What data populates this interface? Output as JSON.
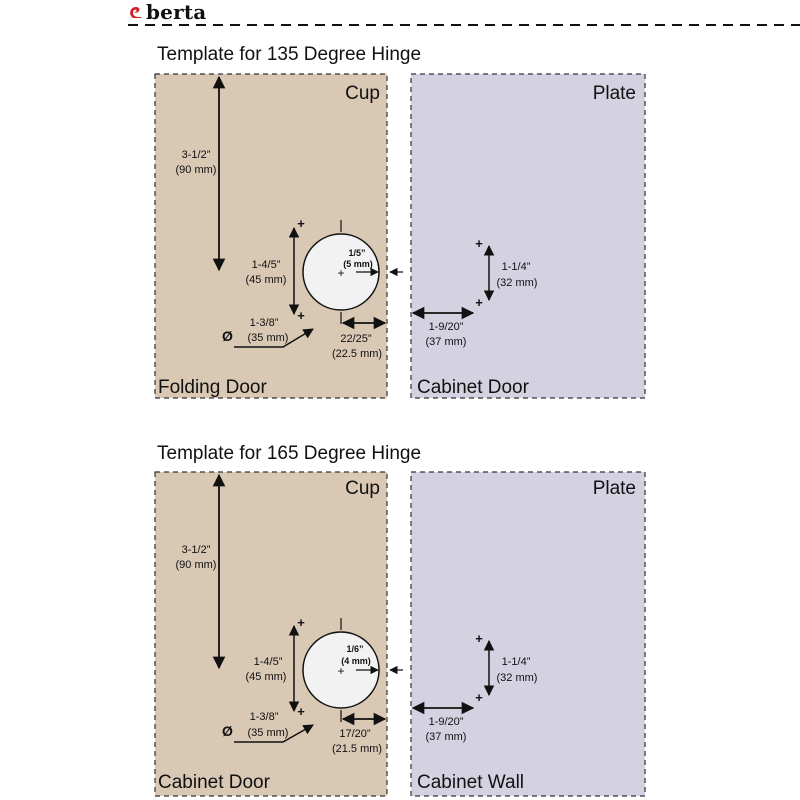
{
  "brand": {
    "name": "berta",
    "color": "#d21f26"
  },
  "colors": {
    "cup_panel": "#d9c8b4",
    "plate_panel": "#d4d1e0",
    "circle": "#f2f2f2",
    "line": "#111111"
  },
  "templates": [
    {
      "title": "Template for 135 Degree Hinge",
      "cup_label": "Cup",
      "plate_label": "Plate",
      "cup_panel_label": "Folding Door",
      "plate_panel_label": "Cabinet Door",
      "top_offset": [
        "3-1/2”",
        "(90 mm)"
      ],
      "hole_spacing": [
        "1-4/5”",
        "(45 mm)"
      ],
      "cup_diameter_symbol": "Ø",
      "cup_diameter": [
        "1-3/8”",
        "(35 mm)"
      ],
      "edge_gap": [
        "1/5”",
        "(5 mm)"
      ],
      "edge_distance": [
        "22/25”",
        "(22.5 mm)"
      ],
      "plate_spacing": [
        "1-1/4”",
        "(32 mm)"
      ],
      "plate_setback": [
        "1-9/20”",
        "(37 mm)"
      ]
    },
    {
      "title": "Template for 165 Degree Hinge",
      "cup_label": "Cup",
      "plate_label": "Plate",
      "cup_panel_label": "Cabinet Door",
      "plate_panel_label": "Cabinet Wall",
      "top_offset": [
        "3-1/2”",
        "(90 mm)"
      ],
      "hole_spacing": [
        "1-4/5”",
        "(45 mm)"
      ],
      "cup_diameter_symbol": "Ø",
      "cup_diameter": [
        "1-3/8”",
        "(35 mm)"
      ],
      "edge_gap": [
        "1/6”",
        "(4 mm)"
      ],
      "edge_distance": [
        "17/20”",
        "(21.5 mm)"
      ],
      "plate_spacing": [
        "1-1/4”",
        "(32 mm)"
      ],
      "plate_setback": [
        "1-9/20”",
        "(37 mm)"
      ]
    }
  ]
}
